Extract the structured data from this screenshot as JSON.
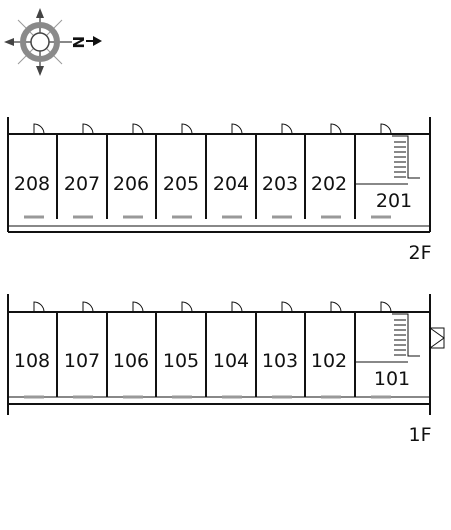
{
  "compass": {
    "icon": "compass-rose-icon",
    "north_letter": "N"
  },
  "floors": [
    {
      "id": "2f",
      "label": "2F",
      "units": [
        "208",
        "207",
        "206",
        "205",
        "204",
        "203",
        "202",
        "201"
      ]
    },
    {
      "id": "1f",
      "label": "1F",
      "units": [
        "108",
        "107",
        "106",
        "105",
        "104",
        "103",
        "102",
        "101"
      ]
    }
  ]
}
